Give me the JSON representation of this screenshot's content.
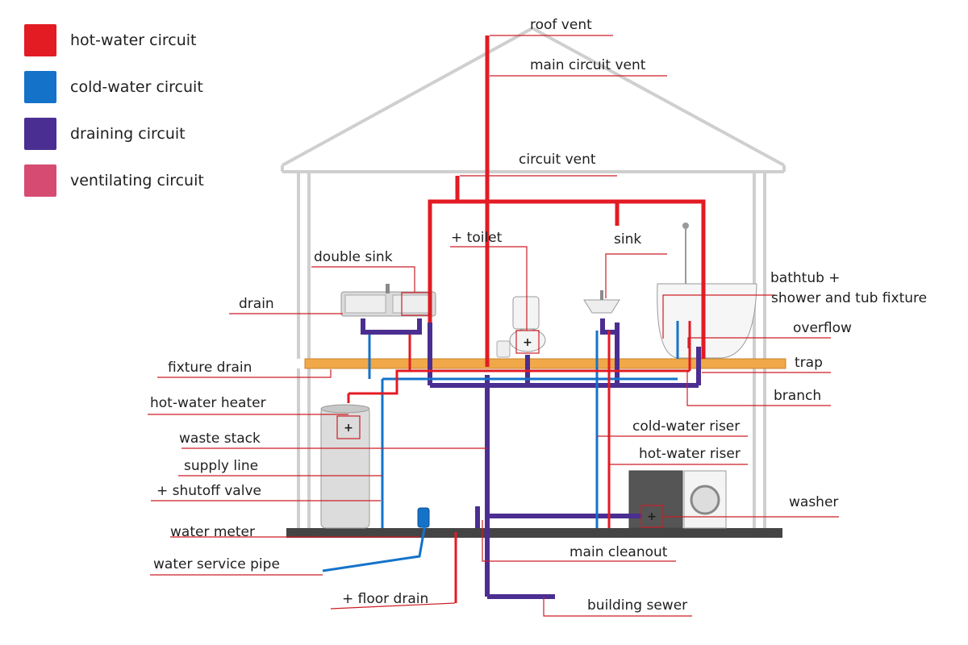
{
  "legend": [
    {
      "label": "hot-water circuit",
      "color": "#e31b23"
    },
    {
      "label": "cold-water circuit",
      "color": "#1473c9"
    },
    {
      "label": "draining circuit",
      "color": "#4b2e91"
    },
    {
      "label": "ventilating circuit",
      "color": "#d64b72"
    }
  ],
  "labels": {
    "roof_vent": "roof vent",
    "main_circuit_vent": "main circuit vent",
    "circuit_vent": "circuit vent",
    "toilet": "+ toilet",
    "sink": "sink",
    "double_sink": "double sink",
    "bathtub_line1": "bathtub +",
    "bathtub_line2": "shower and tub fixture",
    "drain": "drain",
    "overflow": "overflow",
    "fixture_drain": "fixture drain",
    "trap": "trap",
    "hot_water_heater": "hot-water heater",
    "branch": "branch",
    "waste_stack": "waste stack",
    "cold_water_riser": "cold-water riser",
    "supply_line": "supply line",
    "hot_water_riser": "hot-water riser",
    "shutoff_valve": "+ shutoff valve",
    "washer": "washer",
    "water_meter": "water meter",
    "main_cleanout": "main cleanout",
    "water_service_pipe": "water service pipe",
    "floor_drain": "+ floor drain",
    "building_sewer": "building sewer"
  },
  "colors": {
    "hot": "#e31b23",
    "cold": "#1473c9",
    "drain": "#4b2e91",
    "vent": "#d64b72",
    "leader": "#cc1f26",
    "house": "#cfcfcf",
    "floor": "#f0a848",
    "ground": "#444444"
  }
}
